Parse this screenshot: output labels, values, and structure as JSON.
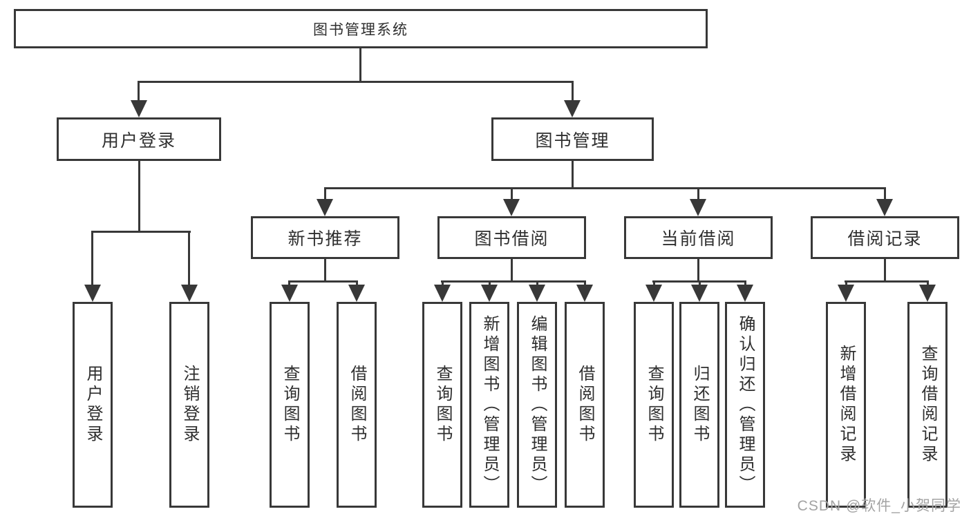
{
  "colors": {
    "line": "#383838",
    "text": "#2e2e2e",
    "watermark": "#a3a3a3"
  },
  "tree": {
    "label": "图书管理系统",
    "children": [
      {
        "label": "用户登录",
        "children": [
          {
            "label": "用户登录"
          },
          {
            "label": "注销登录"
          }
        ]
      },
      {
        "label": "图书管理",
        "children": [
          {
            "label": "新书推荐",
            "children": [
              {
                "label": "查询图书"
              },
              {
                "label": "借阅图书"
              }
            ]
          },
          {
            "label": "图书借阅",
            "children": [
              {
                "label": "查询图书"
              },
              {
                "label": "新增图书（管理员）"
              },
              {
                "label": "编辑图书（管理员）"
              },
              {
                "label": "借阅图书"
              }
            ]
          },
          {
            "label": "当前借阅",
            "children": [
              {
                "label": "查询图书"
              },
              {
                "label": "归还图书"
              },
              {
                "label": "确认归还（管理员）"
              }
            ]
          },
          {
            "label": "借阅记录",
            "children": [
              {
                "label": "新增借阅记录"
              },
              {
                "label": "查询借阅记录"
              }
            ]
          }
        ]
      }
    ]
  },
  "watermark": {
    "text": "CSDN @软件_小贺同学"
  }
}
